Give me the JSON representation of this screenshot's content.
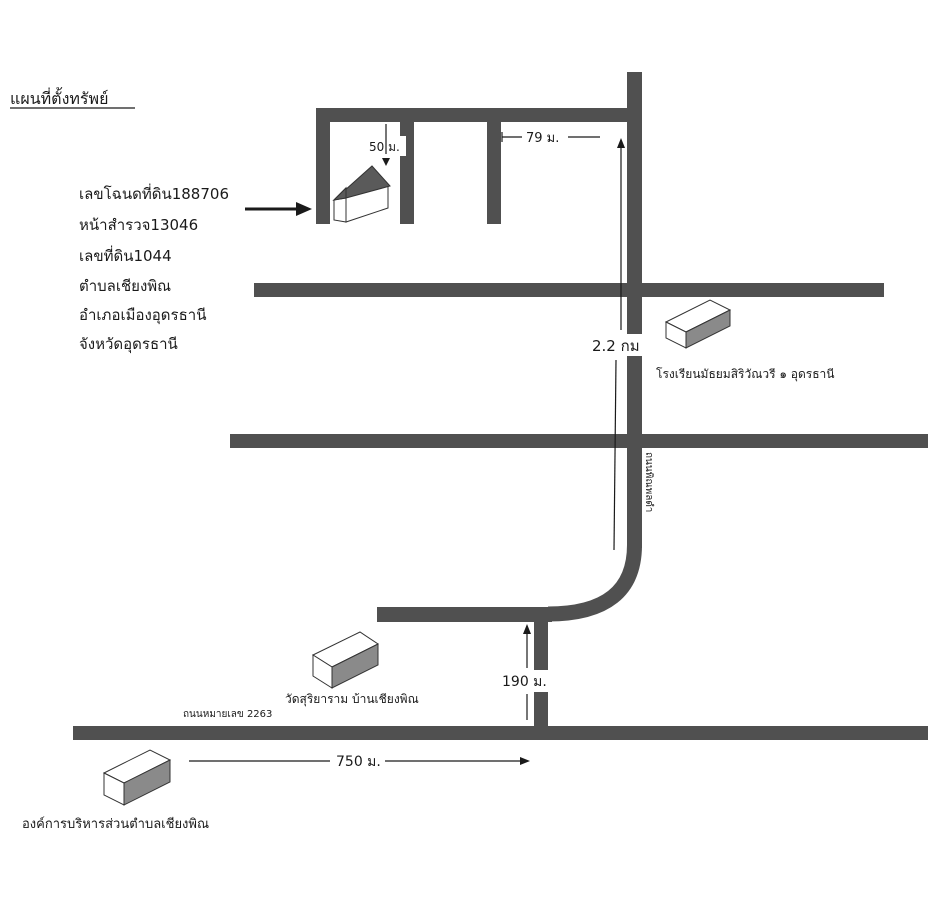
{
  "map": {
    "title": "แผนที่ตั้งทรัพย์",
    "property_info": [
      "เลขโฉนดที่ดิน188706",
      "หน้าสำรวจ13046",
      "เลขที่ดิน1044",
      "ตำบลเชียงพิณ",
      "อำเภอเมืองอุดรธานี",
      "จังหวัดอุดรธานี"
    ],
    "distances": {
      "d50": "50 ม.",
      "d79": "79 ม.",
      "d2_2": "2.2 กม",
      "d190": "190 ม.",
      "d750": "750 ม."
    },
    "landmarks": {
      "school": "โรงเรียนมัธยมสิริวัณวรี ๑ อุดรธานี",
      "temple": "วัดสุริยาราม บ้านเชียงพิณ",
      "sao": "องค์การบริหารส่วนตำบลเชียงพิณ"
    },
    "roads": {
      "highway": "ถนนหมายเลข 2263",
      "vertical": "ถนนพิณพลดำ"
    },
    "colors": {
      "road": "#505050",
      "building_side": "#8a8a8a",
      "roof": "#5a5a5a"
    }
  }
}
